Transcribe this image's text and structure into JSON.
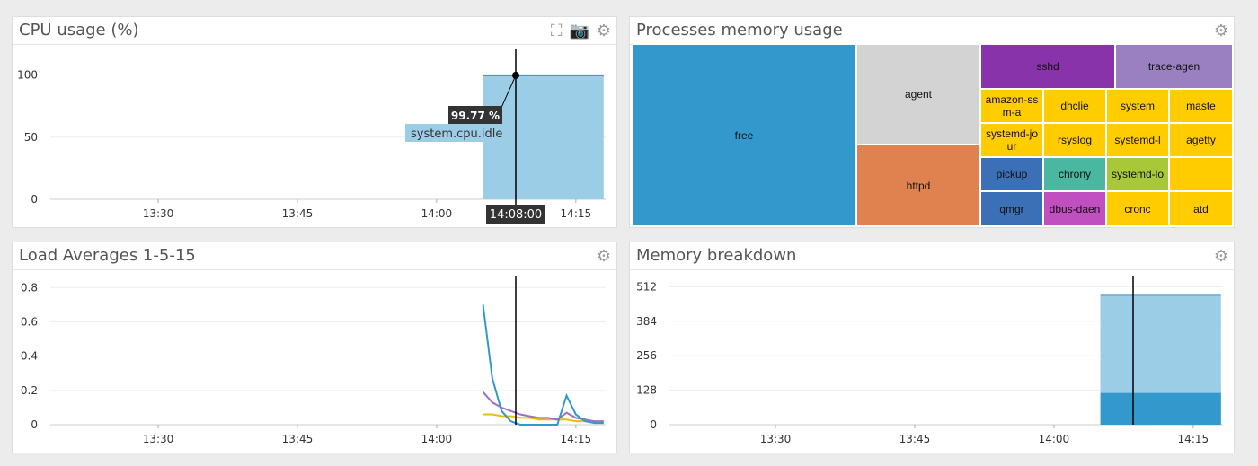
{
  "icons": {
    "expand": "expand-icon",
    "camera": "camera-icon",
    "gear": "gear-icon"
  },
  "cpu": {
    "title": "CPU usage (%)",
    "tooltip_value": "99.77 %",
    "tooltip_series": "system.cpu.idle",
    "cursor_time": "14:08:00",
    "color": "#9ccde6",
    "line_color": "#3a8fc4",
    "chart_data": {
      "type": "area",
      "x_ticks": [
        "13:30",
        "13:45",
        "14:00",
        "14:15"
      ],
      "y_ticks": [
        0,
        50,
        100
      ],
      "ylim": [
        0,
        125
      ],
      "series": [
        {
          "name": "system.cpu.idle",
          "start": "14:05",
          "end": "14:18",
          "value": 99.77
        }
      ]
    }
  },
  "treemap": {
    "title": "Processes memory usage",
    "cells": [
      {
        "label": "free",
        "color": "#3399cc"
      },
      {
        "label": "agent",
        "color": "#d3d3d3"
      },
      {
        "label": "httpd",
        "color": "#e0824f"
      },
      {
        "label": "sshd",
        "color": "#8833aa"
      },
      {
        "label": "trace-agen",
        "color": "#9a80c0"
      },
      {
        "label": "amazon-ssm-a",
        "color": "#ffcc00"
      },
      {
        "label": "dhclie",
        "color": "#ffcc00"
      },
      {
        "label": "system",
        "color": "#ffcc00"
      },
      {
        "label": "maste",
        "color": "#ffcc00"
      },
      {
        "label": "systemd-jour",
        "color": "#ffcc00"
      },
      {
        "label": "rsyslog",
        "color": "#ffcc00"
      },
      {
        "label": "systemd-l",
        "color": "#ffcc00"
      },
      {
        "label": "agetty",
        "color": "#ffcc00"
      },
      {
        "label": "pickup",
        "color": "#3b6fb6"
      },
      {
        "label": "chrony",
        "color": "#4ab8a0"
      },
      {
        "label": "systemd-lo",
        "color": "#a8c83a"
      },
      {
        "label": "",
        "color": "#ffcc00"
      },
      {
        "label": "qmgr",
        "color": "#3b6fb6"
      },
      {
        "label": "dbus-daen",
        "color": "#c04fc0"
      },
      {
        "label": "cronc",
        "color": "#ffcc00"
      },
      {
        "label": "atd",
        "color": "#ffcc00"
      }
    ]
  },
  "load": {
    "title": "Load Averages 1-5-15",
    "chart_data": {
      "type": "line",
      "x_ticks": [
        "13:30",
        "13:45",
        "14:00",
        "14:15"
      ],
      "y_ticks": [
        0,
        0.2,
        0.4,
        0.6,
        0.8
      ],
      "ylim": [
        0,
        0.88
      ],
      "start": "14:05",
      "step_min": 1,
      "series": [
        {
          "color": "#3399cc",
          "values": [
            0.7,
            0.27,
            0.08,
            0.02,
            0.0,
            0.0,
            0,
            0,
            0.0,
            0.17,
            0.06,
            0.02,
            0.01,
            0.01
          ]
        },
        {
          "color": "#9a70c0",
          "values": [
            0.19,
            0.13,
            0.1,
            0.08,
            0.06,
            0.05,
            0.04,
            0.04,
            0.03,
            0.07,
            0.04,
            0.03,
            0.02,
            0.02
          ]
        },
        {
          "color": "#e8c000",
          "values": [
            0.06,
            0.06,
            0.05,
            0.05,
            0.04,
            0.04,
            0.03,
            0.03,
            0.03,
            0.03,
            0.02,
            0.02,
            0.02,
            0.01
          ]
        }
      ]
    }
  },
  "mem": {
    "title": "Memory breakdown",
    "chart_data": {
      "type": "area",
      "x_ticks": [
        "13:30",
        "13:45",
        "14:00",
        "14:15"
      ],
      "y_ticks": [
        0,
        128,
        256,
        384,
        512
      ],
      "ylim": [
        0,
        560
      ],
      "start": "14:05",
      "end": "14:18",
      "series": [
        {
          "color": "#3399cc",
          "value": 118
        },
        {
          "color": "#9ccde6",
          "value": 482
        }
      ]
    }
  }
}
